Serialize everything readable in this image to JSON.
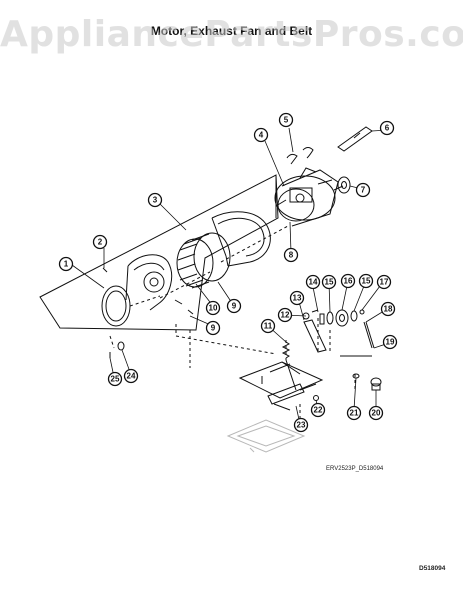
{
  "watermark": "AppliancePartsPros.com",
  "title": "Motor, Exhaust Fan and Belt",
  "drawing_code": "ERV2523P_D518094",
  "page_code": "D518094",
  "callouts": [
    "1",
    "2",
    "3",
    "4",
    "5",
    "6",
    "7",
    "8",
    "9",
    "9",
    "10",
    "11",
    "12",
    "13",
    "14",
    "15",
    "15",
    "16",
    "17",
    "18",
    "19",
    "20",
    "21",
    "22",
    "23",
    "24",
    "25"
  ]
}
